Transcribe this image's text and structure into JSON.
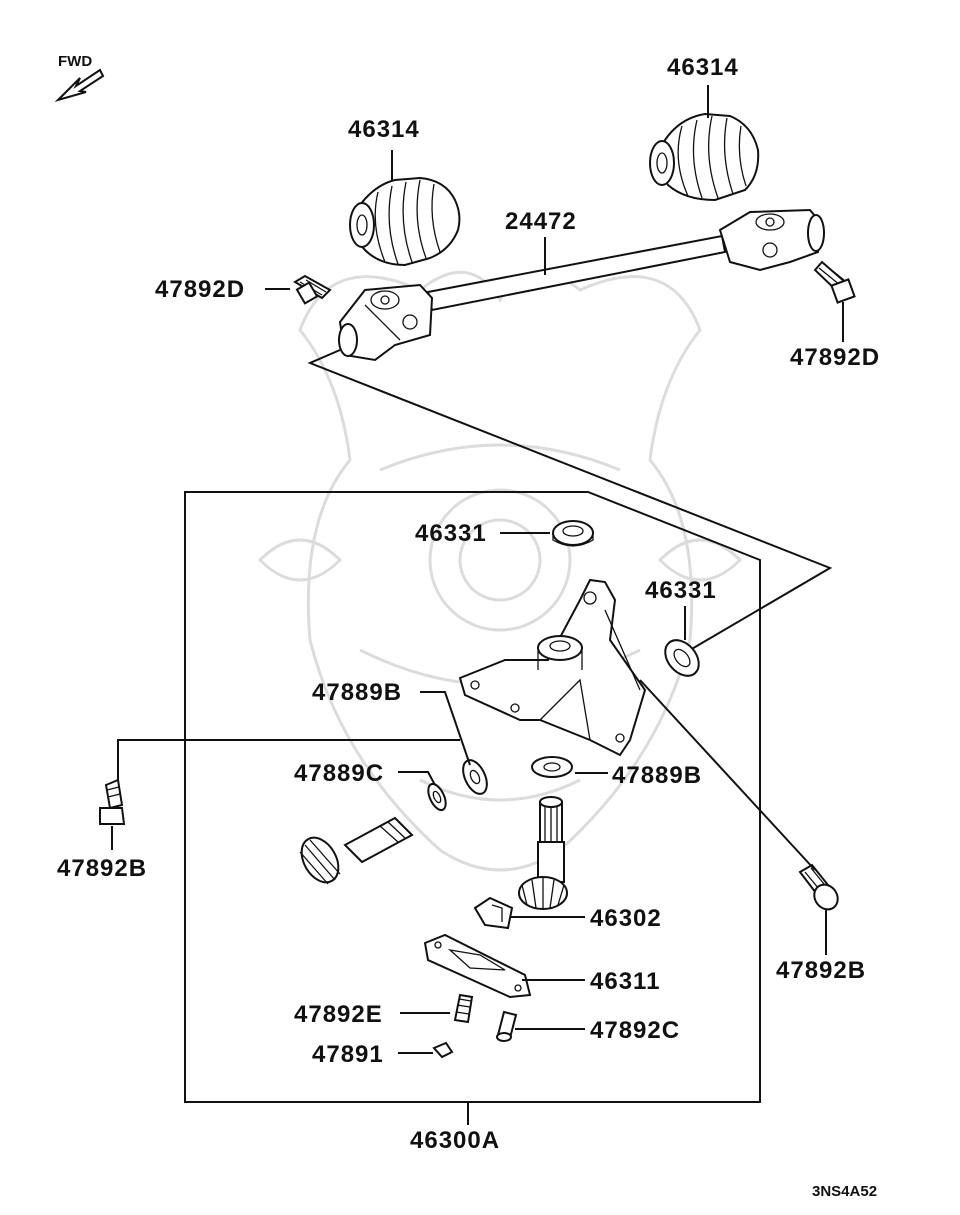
{
  "direction_indicator": {
    "label": "FWD"
  },
  "diagram_code": "3NS4A52",
  "callouts": {
    "boot_left": "46314",
    "boot_right": "46314",
    "shaft": "24472",
    "bolt_d_left": "47892D",
    "bolt_d_right": "47892D",
    "seal_top": "46331",
    "seal_right": "46331",
    "washer_b_left": "47889B",
    "washer_b_right": "47889B",
    "washer_c": "47889C",
    "bolt_b_left": "47892B",
    "bolt_b_right": "47892B",
    "cap": "46302",
    "cover_plate": "46311",
    "bolt_e": "47892E",
    "bolt_c": "47892C",
    "nut": "47891",
    "assembly": "46300A"
  }
}
